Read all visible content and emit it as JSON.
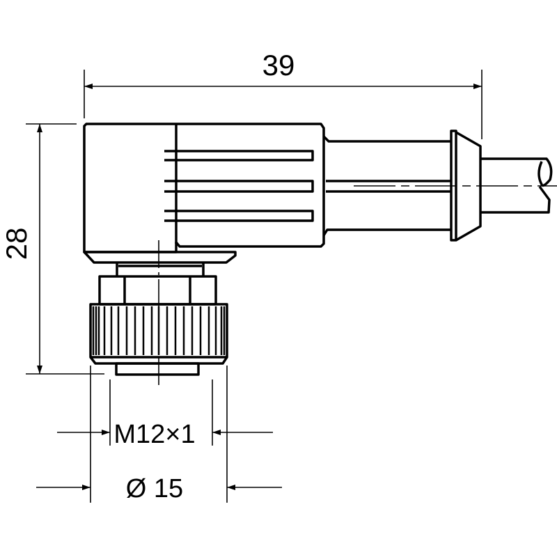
{
  "drawing": {
    "dim_length": "39",
    "dim_height": "28",
    "dim_thread": "M12×1",
    "dim_diameter": "Ø 15"
  },
  "colors": {
    "line": "#000000",
    "background": "#ffffff"
  }
}
